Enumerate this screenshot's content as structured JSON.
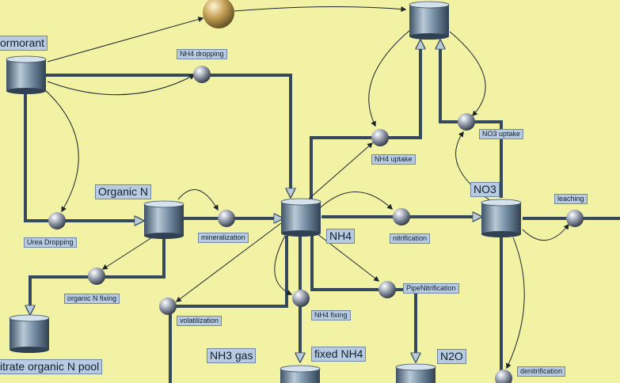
{
  "stocks": {
    "cormorant": "ormorant",
    "organic_n": "Organic N",
    "nh4": "NH4",
    "no3": "NO3",
    "nh3_gas": "NH3 gas",
    "fixed_nh4": "fixed NH4",
    "n2o": "N2O",
    "nitrate_pool": "itrate organic N pool"
  },
  "flows": {
    "nh4_dropping": "NH4 dropping",
    "urea_dropping": "Urea Dropping",
    "mineralization": "mineralization",
    "nitrification": "nitrification",
    "nh4_uptake": "NH4 uptake",
    "no3_uptake": "NO3 uptake",
    "leaching": "leaching",
    "organic_n_fixing": "organic N fixing",
    "volatilization": "volatilization",
    "nh4_fixing": "NH4 fixing",
    "pipe_nitrification": "PipeNitrification",
    "denitrification": "denitrification"
  },
  "colors": {
    "background": "#f1f2a3",
    "label_fill": "#b8cbe0",
    "pipe": "#35495c"
  }
}
